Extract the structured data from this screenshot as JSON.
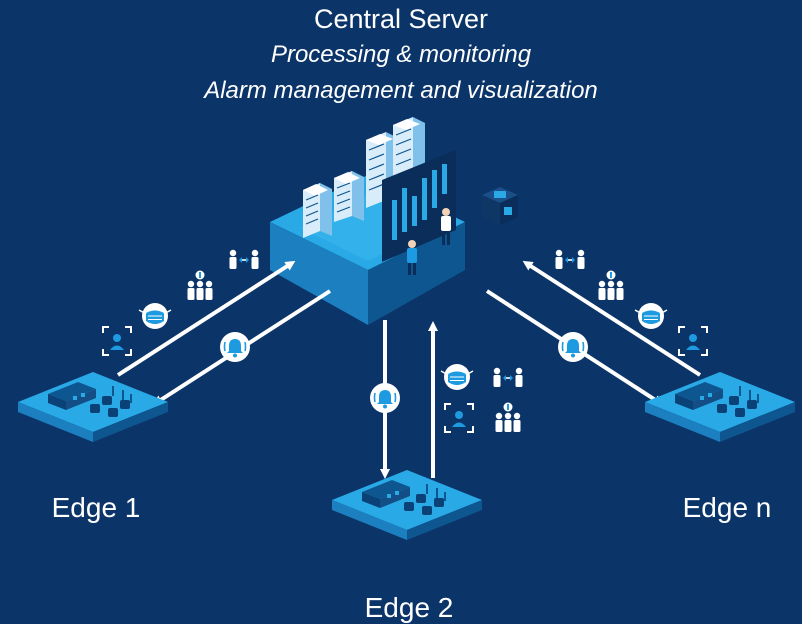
{
  "server": {
    "title": "Central Server",
    "line1": "Processing & monitoring",
    "line2": "Alarm management and visualization"
  },
  "edges": [
    {
      "label": "Edge 1"
    },
    {
      "label": "Edge 2"
    },
    {
      "label": "Edge n"
    }
  ],
  "colors": {
    "background": "#0b3468",
    "platform_top": "#29a9e6",
    "platform_side": "#1b7fc0",
    "platform_dark": "#0e5690",
    "arrow": "#ffffff",
    "icon_accent": "#1e9be0"
  },
  "icons": [
    "server-rack-icon",
    "bar-chart-panel-icon",
    "chip-icon",
    "person-icon",
    "alarm-bell-icon",
    "face-mask-icon",
    "social-distance-icon",
    "face-detect-icon",
    "group-thermometer-icon",
    "robot-arm-icon",
    "warehouse-icon"
  ]
}
